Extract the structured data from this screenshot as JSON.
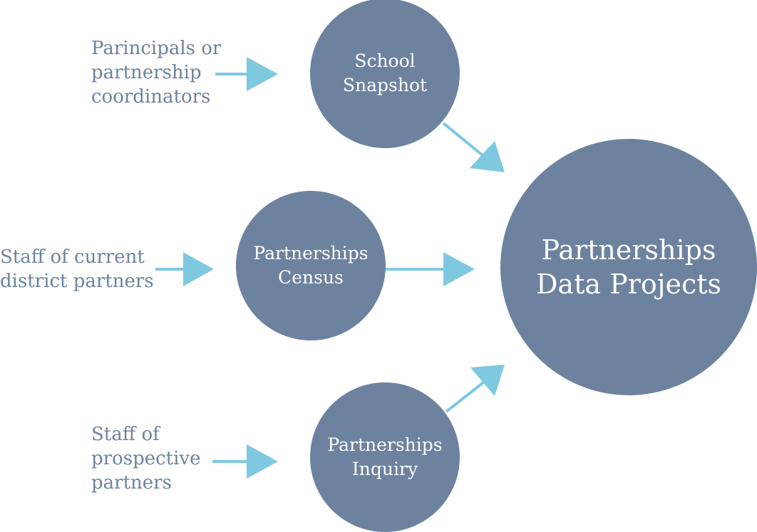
{
  "sources": {
    "principals": [
      "Parincipals or",
      "partnership",
      "coordinators"
    ],
    "current_partners": [
      "Staff of current",
      "district partners"
    ],
    "prospective_partners": [
      "Staff of",
      "prospective",
      "partners"
    ]
  },
  "nodes": {
    "school_snapshot": [
      "School",
      "Snapshot"
    ],
    "partnerships_census": [
      "Partnerships",
      "Census"
    ],
    "partnerships_inquiry": [
      "Partnerships",
      "Inquiry"
    ],
    "data_projects": [
      "Partnerships",
      "Data Projects"
    ]
  },
  "colors": {
    "circle_fill": "#6d829f",
    "circle_text": "#ffffff",
    "source_text": "#6d829f",
    "arrow": "#7ec8e0"
  }
}
